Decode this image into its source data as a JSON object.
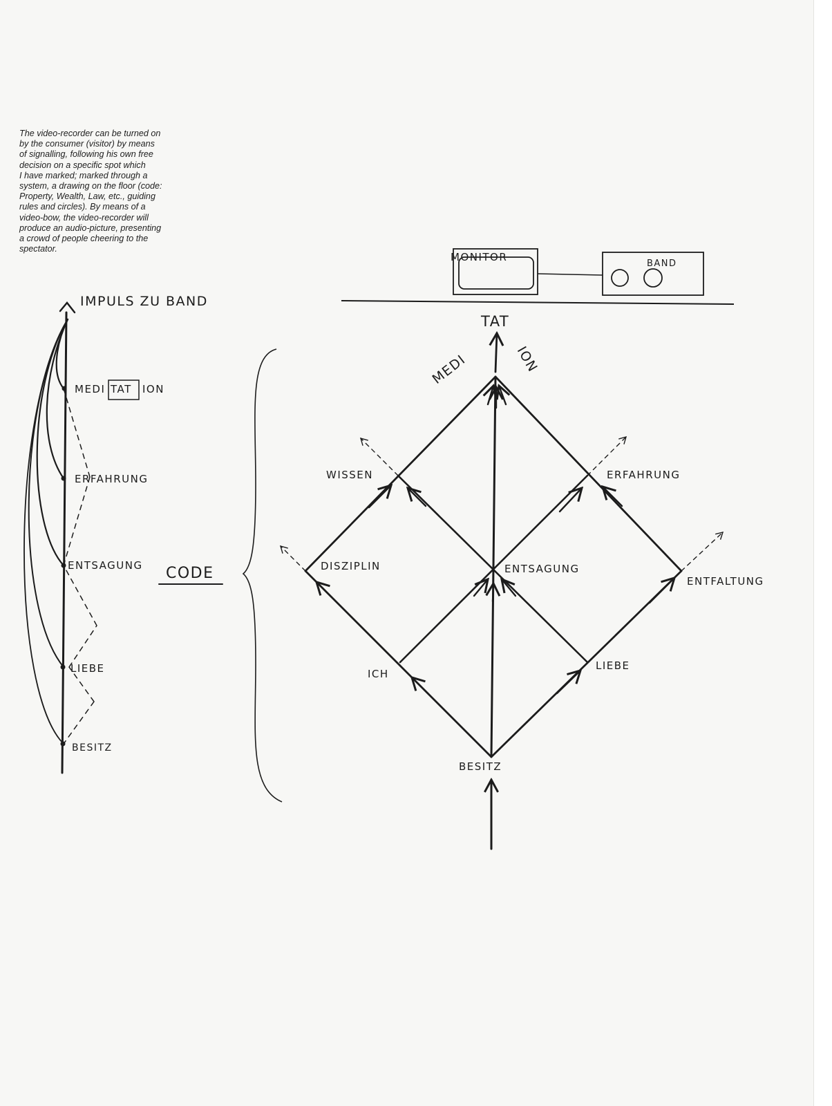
{
  "caption": [
    "The video-recorder can be turned on",
    "by the consumer (visitor) by means",
    "of signalling, following his own free",
    "decision on a specific spot which",
    "I have marked; marked through a",
    "system, a drawing on the floor (code:",
    "Property, Wealth, Law, etc., guiding",
    "rules and circles). By means of a",
    "video-bow, the video-recorder will",
    "produce an audio-picture, presenting",
    "a crowd of people cheering to the",
    "spectator."
  ],
  "left_diagram": {
    "top_label": "IMPULS ZU BAND",
    "med_prefix": "MEDI",
    "med_boxed": "TAT",
    "med_suffix": "ION",
    "stations": [
      "ERFAHRUNG",
      "ENTSAGUNG",
      "LIEBE",
      "BESITZ"
    ],
    "code_label": "CODE"
  },
  "equipment": {
    "monitor_label": "MONITOR",
    "band_label": "BAND"
  },
  "diamond": {
    "top": "TAT",
    "medi": "MEDI",
    "ion": "ION",
    "wissen": "WISSEN",
    "erfahrung": "ERFAHRUNG",
    "disziplin": "DISZIPLIN",
    "entsagung": "ENTSAGUNG",
    "entfaltung": "ENTFALTUNG",
    "ich": "ICH",
    "liebe": "LIEBE",
    "besitz": "BESITZ"
  }
}
